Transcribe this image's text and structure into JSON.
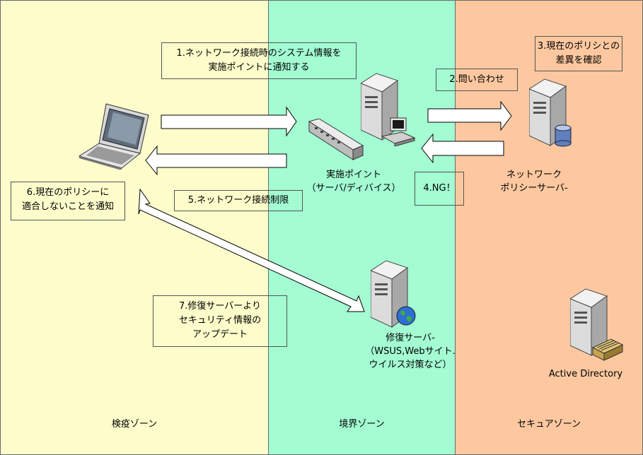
{
  "zones": {
    "quarantine": "検疫ゾーン",
    "boundary": "境界ゾーン",
    "secure": "セキュアゾーン"
  },
  "steps": {
    "s1": "1.ネットワーク接続時のシステム情報を\n実施ポイントに通知する",
    "s2": "2.問い合わせ",
    "s3": "3.現在のポリシとの\n差異を確認",
    "s4": "4.NG！",
    "s5": "5.ネットワーク接続制限",
    "s6": "6.現在のポリシーに\n適合しないことを通知",
    "s7": "7.修復サーバーより\nセキュリティ情報の\nアップデート"
  },
  "nodes": {
    "enforcement_point": "実施ポイント\n（サーバ/ディバイス）",
    "policy_server": "ネットワーク\nポリシーサーバ-",
    "remediation_server": "修復サーバ-\n（WSUS,Webサイト.\nウイルス対策など）",
    "active_directory": "Active Directory"
  },
  "icons": [
    "laptop-icon",
    "network-switch-icon",
    "workstation-icon",
    "server-icon",
    "database-icon",
    "globe-icon",
    "ldap-directory-icon"
  ]
}
